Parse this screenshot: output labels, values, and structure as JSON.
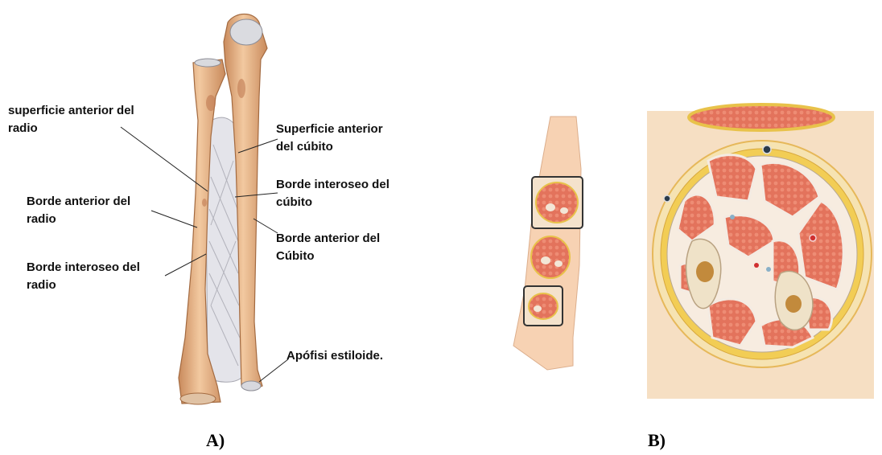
{
  "panel_a": {
    "caption": "A)",
    "labels": {
      "sup_ant_radio": "superficie anterior del\nradio",
      "sup_ant_cubito": "Superficie anterior\ndel cúbito",
      "borde_inter_cubito": "Borde interoseo del\ncúbito",
      "borde_ant_radio": "Borde anterior del\nradio",
      "borde_ant_cubito": "Borde anterior del\nCúbito",
      "borde_inter_radio": "Borde interoseo del\nradio",
      "apofisis": "Apófisi estiloide."
    }
  },
  "panel_b": {
    "caption": "B)"
  },
  "colors": {
    "bone": "#e9b98e",
    "bone_shade": "#c98a5c",
    "membrane": "#e6e6ea",
    "muscle": "#e0705a",
    "fat": "#f2d34a",
    "skin": "#f7d2b3"
  }
}
